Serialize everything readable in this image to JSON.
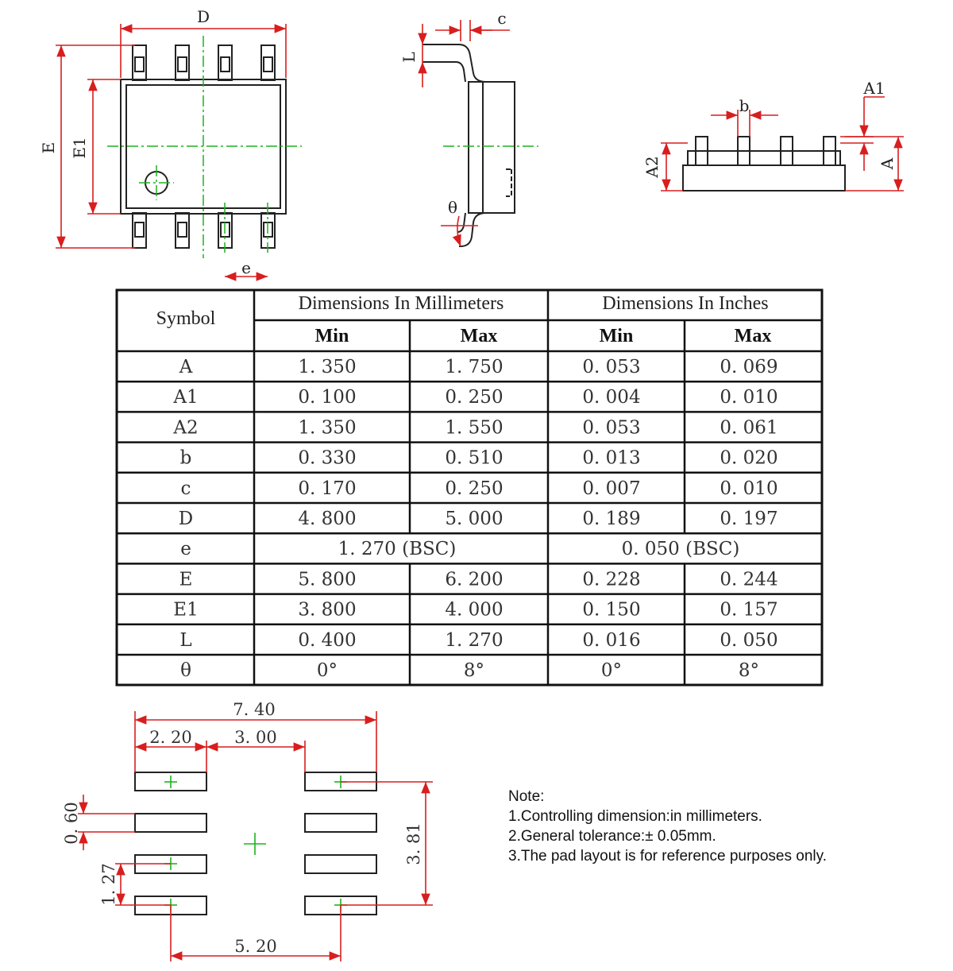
{
  "top_view": {
    "labels": {
      "D": "D",
      "E": "E",
      "E1": "E1",
      "e": "e"
    }
  },
  "side_view": {
    "labels": {
      "c": "c",
      "L": "L",
      "theta": "θ"
    }
  },
  "front_view": {
    "labels": {
      "b": "b",
      "A1": "A1",
      "A2": "A2",
      "A": "A"
    }
  },
  "table": {
    "symbol_header": "Symbol",
    "mm_header": "Dimensions In Millimeters",
    "inch_header": "Dimensions In Inches",
    "min_label": "Min",
    "max_label": "Max",
    "rows": [
      {
        "symbol": "A",
        "mm_min": "1. 350",
        "mm_max": "1. 750",
        "in_min": "0. 053",
        "in_max": "0. 069"
      },
      {
        "symbol": "A1",
        "mm_min": "0. 100",
        "mm_max": "0. 250",
        "in_min": "0. 004",
        "in_max": "0. 010"
      },
      {
        "symbol": "A2",
        "mm_min": "1. 350",
        "mm_max": "1. 550",
        "in_min": "0. 053",
        "in_max": "0. 061"
      },
      {
        "symbol": "b",
        "mm_min": "0. 330",
        "mm_max": "0. 510",
        "in_min": "0. 013",
        "in_max": "0. 020"
      },
      {
        "symbol": "c",
        "mm_min": "0. 170",
        "mm_max": "0. 250",
        "in_min": "0. 007",
        "in_max": "0. 010"
      },
      {
        "symbol": "D",
        "mm_min": "4. 800",
        "mm_max": "5. 000",
        "in_min": "0. 189",
        "in_max": "0. 197"
      },
      {
        "symbol": "e",
        "mm_span": "1. 270 (BSC)",
        "in_span": "0. 050 (BSC)"
      },
      {
        "symbol": "E",
        "mm_min": "5. 800",
        "mm_max": "6. 200",
        "in_min": "0. 228",
        "in_max": "0. 244"
      },
      {
        "symbol": "E1",
        "mm_min": "3. 800",
        "mm_max": "4. 000",
        "in_min": "0. 150",
        "in_max": "0. 157"
      },
      {
        "symbol": "L",
        "mm_min": "0. 400",
        "mm_max": "1. 270",
        "in_min": "0. 016",
        "in_max": "0. 050"
      },
      {
        "symbol": "θ",
        "mm_min": "0°",
        "mm_max": "8°",
        "in_min": "0°",
        "in_max": "8°"
      }
    ]
  },
  "pad_layout": {
    "dim_total_width": "7. 40",
    "dim_pad_length": "2. 20",
    "dim_inner_gap": "3. 00",
    "dim_pad_width": "0. 60",
    "dim_pitch": "1. 27",
    "dim_span_rows": "3. 81",
    "dim_center_span": "5. 20"
  },
  "notes": {
    "title": "Note:",
    "line1": "1.Controlling dimension:in  millimeters.",
    "line2": "2.General tolerance:± 0.05mm.",
    "line3": "3.The pad layout is for reference purposes only."
  },
  "colors": {
    "dimension": "#d81e1e",
    "centerline": "#1db31d",
    "outline": "#222222"
  }
}
